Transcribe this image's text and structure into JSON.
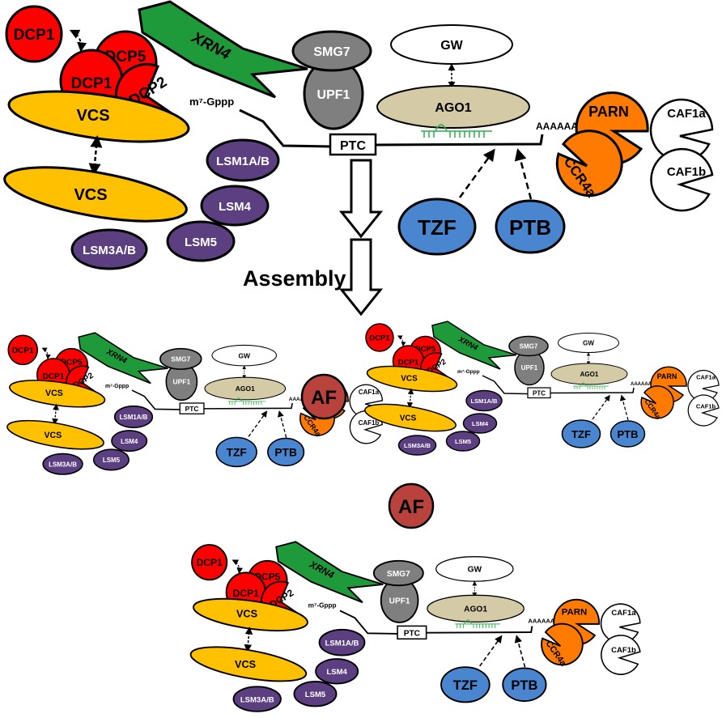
{
  "labels": {
    "dcp1_free": "DCP1",
    "dcp5": "DCP5",
    "dcp1": "DCP1",
    "dcp2": "DCP2",
    "vcs_top": "VCS",
    "vcs_bottom": "VCS",
    "xrn4": "XRN4",
    "smg7": "SMG7",
    "upf1": "UPF1",
    "gw": "GW",
    "ago1": "AGO1",
    "ptc": "PTC",
    "cap": "m⁷-Gppp",
    "polya": "AAAAAAAA",
    "parn": "PARN",
    "ccr4a": "CCR4a",
    "caf1a": "CAF1a",
    "caf1b": "CAF1b",
    "lsm1ab": "LSM1A/B",
    "lsm4": "LSM4",
    "lsm5": "LSM5",
    "lsm3ab": "LSM3A/B",
    "tzf": "TZF",
    "ptb": "PTB"
  },
  "assembly_label": "Assembly",
  "af_label": "AF",
  "colors": {
    "red": "#ff0000",
    "yellow": "#ffc000",
    "green": "#1f9a3a",
    "gray": "#7f7f7f",
    "tan": "#d4cba6",
    "orange": "#ff7a00",
    "purple": "#5b3f80",
    "blue": "#4a86cf",
    "af": "#b9423c",
    "mirna": "#29b04a"
  }
}
